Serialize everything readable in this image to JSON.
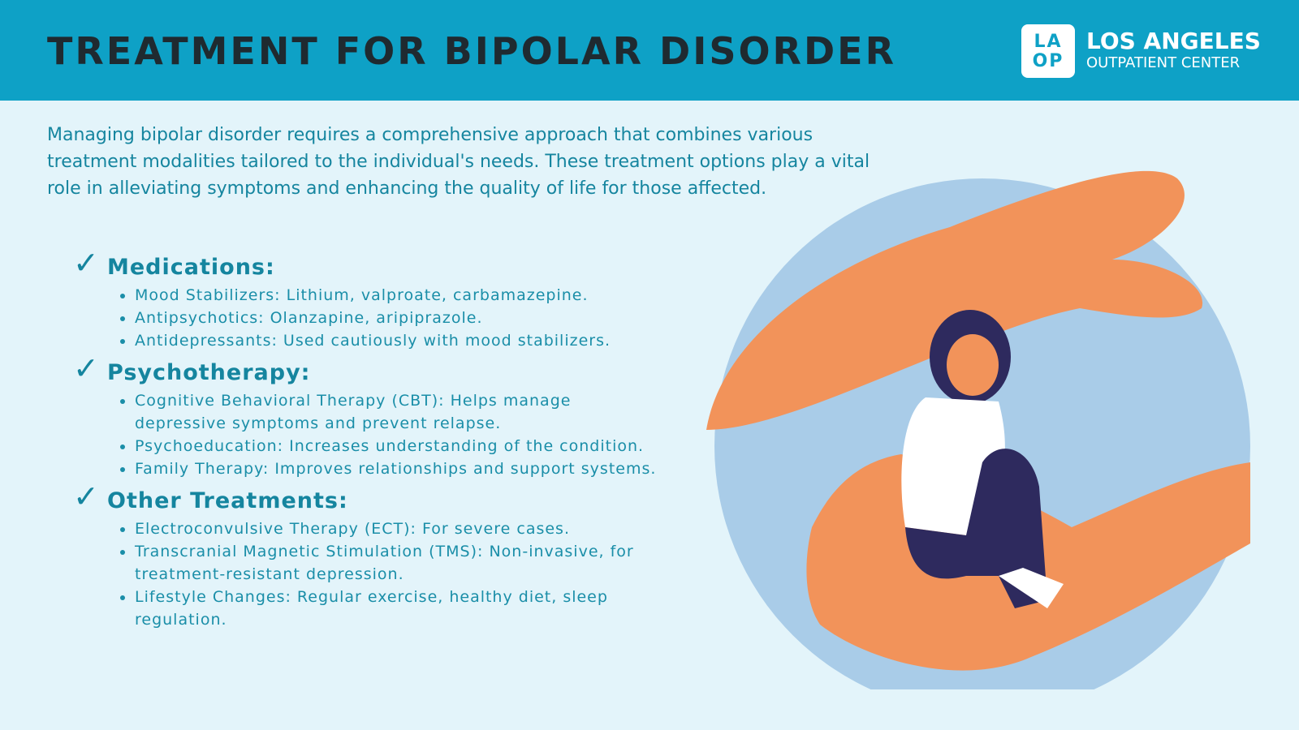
{
  "header": {
    "title": "TREATMENT FOR BIPOLAR DISORDER",
    "logo": {
      "mark": "LA OP",
      "name": "LOS ANGELES",
      "subtitle": "OUTPATIENT CENTER"
    }
  },
  "intro": "Managing bipolar disorder requires a comprehensive approach that combines various treatment modalities tailored to the individual's needs. These treatment options play a vital role in alleviating symptoms and enhancing the quality of life for those affected.",
  "sections": [
    {
      "title": "Medications:",
      "items": [
        "Mood Stabilizers: Lithium, valproate, carbamazepine.",
        "Antipsychotics: Olanzapine, aripiprazole.",
        "Antidepressants: Used cautiously with mood stabilizers."
      ]
    },
    {
      "title": "Psychotherapy:",
      "items": [
        "Cognitive Behavioral Therapy (CBT): Helps manage depressive symptoms and prevent relapse.",
        "Psychoeducation: Increases understanding of the condition.",
        "Family Therapy: Improves relationships and support systems."
      ]
    },
    {
      "title": "Other Treatments:",
      "items": [
        "Electroconvulsive Therapy (ECT): For severe cases.",
        "Transcranial Magnetic Stimulation (TMS): Non-invasive, for treatment-resistant depression.",
        "Lifestyle Changes: Regular exercise, healthy diet, sleep regulation."
      ]
    }
  ],
  "colors": {
    "header": "#0ea1c6",
    "background": "#e3f4fa",
    "text": "#15859f",
    "hand": "#f2935a",
    "circle": "#a9cce8",
    "pants": "#2e2a5e"
  }
}
